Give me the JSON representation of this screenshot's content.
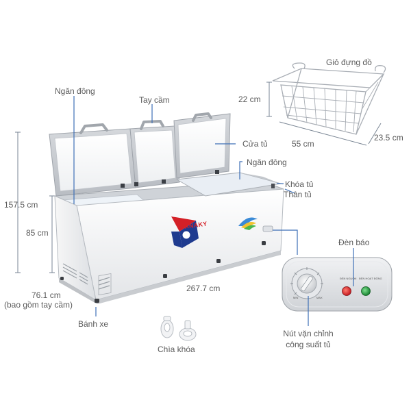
{
  "labels": {
    "freezer_left": "Ngăn đông",
    "handle": "Tay cầm",
    "door": "Cửa tủ",
    "freezer_right": "Ngăn đông",
    "lock": "Khóa tủ",
    "body": "Thân tủ",
    "basket": "Giỏ đựng đồ",
    "indicator_light": "Đèn báo",
    "knob_line1": "Nút vặn chỉnh",
    "knob_line2": "công suất tủ",
    "wheel": "Bánh xe",
    "key": "Chìa khóa"
  },
  "dimensions": {
    "height_total": "157.5 cm",
    "height_body": "85 cm",
    "depth": "76.1 cm",
    "depth_note": "(bao gồm tay cầm)",
    "width": "267.7 cm",
    "basket_height": "22 cm",
    "basket_width": "55 cm",
    "basket_depth": "23.5 cm"
  },
  "brand": "SANAKY",
  "panel": {
    "light_left": "ĐÈN NGUỒN",
    "light_right": "ĐÈN HOẠT ĐỘNG",
    "knob_min": "MIN",
    "knob_max": "MAX"
  },
  "colors": {
    "brand_red": "#d42027",
    "brand_blue": "#1f3b8f",
    "label_text": "#5a5a5a",
    "line_color": "#3d6fb6",
    "cabinet_white": "#f4f4f4",
    "lid_gray": "#c9cdd3",
    "indicator_red": "#d8262b",
    "indicator_green": "#1d9a3a"
  }
}
